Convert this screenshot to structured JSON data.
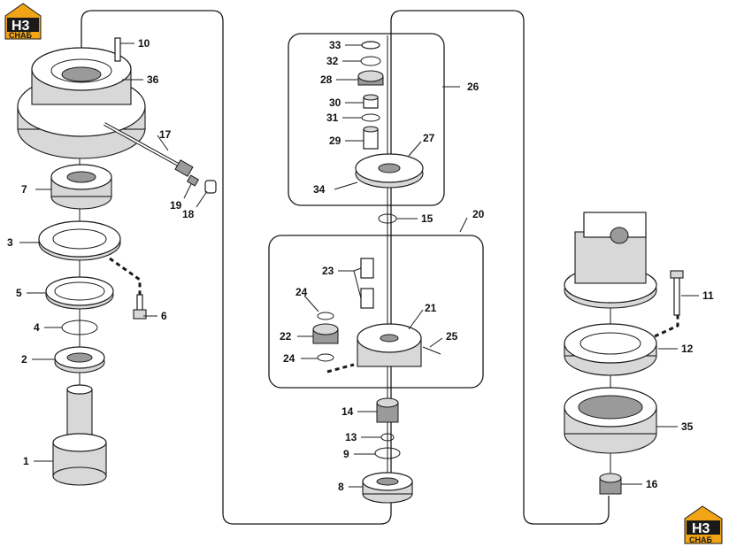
{
  "logos": [
    {
      "letters": "H3",
      "sub": "СНАБ"
    },
    {
      "letters": "H3",
      "sub": "СНАБ"
    }
  ],
  "colors": {
    "logo_accent": "#f0a416",
    "line": "#1a1a1a",
    "background": "#ffffff"
  },
  "groups": {
    "group_26": "26",
    "group_20": "20"
  },
  "labels": {
    "l1": "1",
    "l2": "2",
    "l3": "3",
    "l4": "4",
    "l5": "5",
    "l6": "6",
    "l7": "7",
    "l8": "8",
    "l9": "9",
    "l10": "10",
    "l11": "11",
    "l12": "12",
    "l13": "13",
    "l14": "14",
    "l15": "15",
    "l16": "16",
    "l17": "17",
    "l18": "18",
    "l19": "19",
    "l20": "20",
    "l21": "21",
    "l22": "22",
    "l23": "23",
    "l24a": "24",
    "l24b": "24",
    "l25": "25",
    "l26": "26",
    "l27": "27",
    "l28": "28",
    "l29": "29",
    "l30": "30",
    "l31": "31",
    "l32": "32",
    "l33": "33",
    "l34": "34",
    "l35": "35",
    "l36": "36"
  }
}
